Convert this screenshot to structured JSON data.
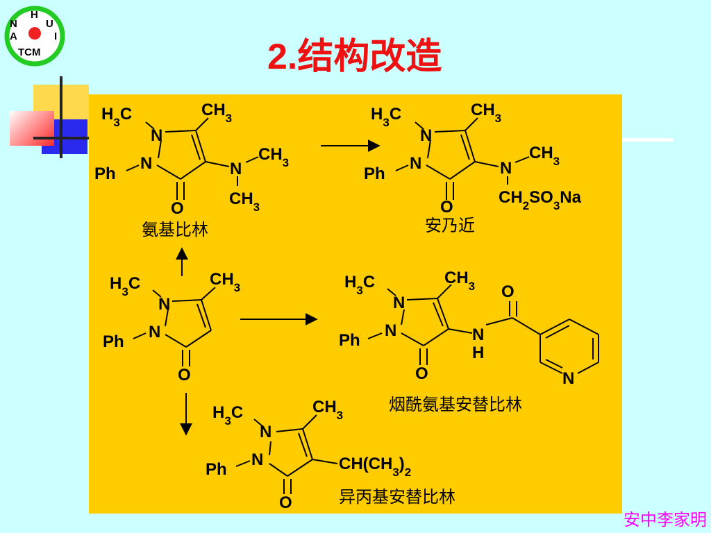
{
  "logo": {
    "letters": {
      "top": "H",
      "left": "N",
      "right": "U",
      "lowleft": "A",
      "lowright": "I",
      "bottom": "TCM"
    },
    "ring_color": "#22cc22",
    "ball_color": "#ee2222"
  },
  "title": {
    "number": "2.",
    "text": "结构改造"
  },
  "colors": {
    "background": "#ccffff",
    "panel": "#ffcc00",
    "title": "#ee1111",
    "author": "#ff00ff"
  },
  "labels": {
    "h3c": "H3C",
    "ch3": "CH3",
    "ph": "Ph",
    "n": "N",
    "o": "O",
    "h": "H",
    "ch2so3na": "CH2SO3Na",
    "isopropyl": "CH(CH3)2"
  },
  "compounds": {
    "aminopyrine": "氨基比林",
    "metamizole": "安乃近",
    "nicotinyl": "烟酰氨基安替比林",
    "propyphenazone": "异丙基安替比林"
  },
  "author": "安中李家明"
}
